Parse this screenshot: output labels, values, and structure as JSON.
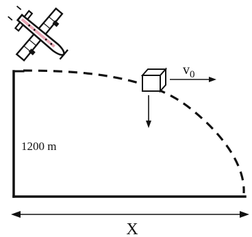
{
  "diagram": {
    "height_label": "1200 m",
    "velocity_label_base": "v",
    "velocity_label_sub": "0",
    "distance_label": "X"
  },
  "colors": {
    "ink": "#111111",
    "plane_fuselage": "#ffffff",
    "plane_stripe": "#e8a6b4",
    "background": "#ffffff"
  },
  "icons": {
    "aircraft": "airplane-icon",
    "package": "box-icon"
  }
}
